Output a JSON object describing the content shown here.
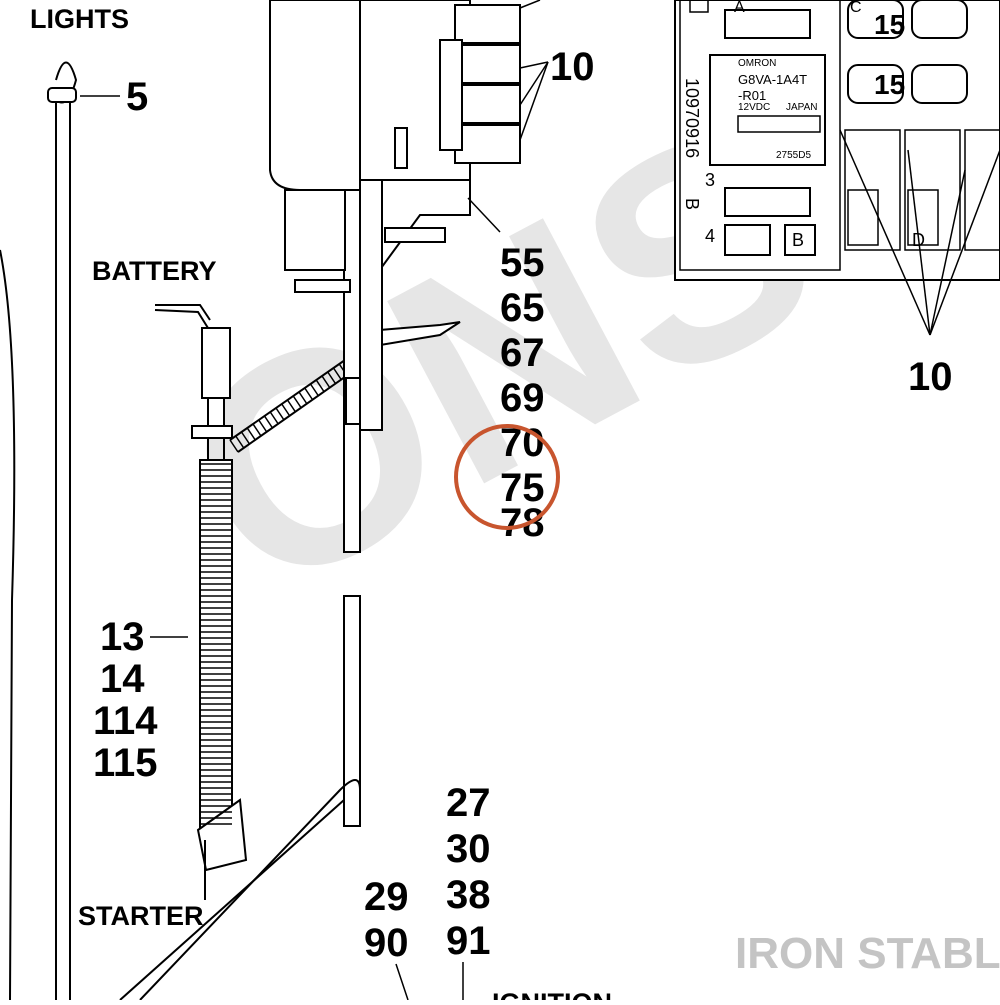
{
  "watermark": {
    "text": "ONS"
  },
  "brand": {
    "name": "IRON STABLE"
  },
  "colors": {
    "highlight_circle": "#c8552e",
    "watermark": "#e6e6e6",
    "brand": "#c4c4c4"
  },
  "labels": {
    "lights": "LIGHTS",
    "battery": "BATTERY",
    "starter": "STARTER",
    "ignition": "IGNITION"
  },
  "callouts": {
    "c5": "5",
    "c10_upper": "10",
    "c10_right": "10",
    "c15_a": "15",
    "c15_b": "15",
    "stack_right": [
      "55",
      "65",
      "67",
      "69",
      "70",
      "75",
      "78"
    ],
    "stack_left": [
      "13",
      "14",
      "114",
      "115"
    ],
    "stack_bottom_right": [
      "27",
      "30",
      "38",
      "91"
    ],
    "stack_bottom_left": [
      "29",
      "90"
    ]
  },
  "highlighted_callout": "75",
  "relay": {
    "maker": "OMRON",
    "model_line1": "G8VA-1A4T",
    "model_line2": "-R01",
    "voltage": "12VDC",
    "origin": "JAPAN",
    "code": "2755D5"
  },
  "fuse_box": {
    "part_number": "10970916",
    "side_letter": "B",
    "row_numbers": [
      "3",
      "4"
    ],
    "slot_letters": [
      "A",
      "B",
      "C",
      "D"
    ]
  }
}
